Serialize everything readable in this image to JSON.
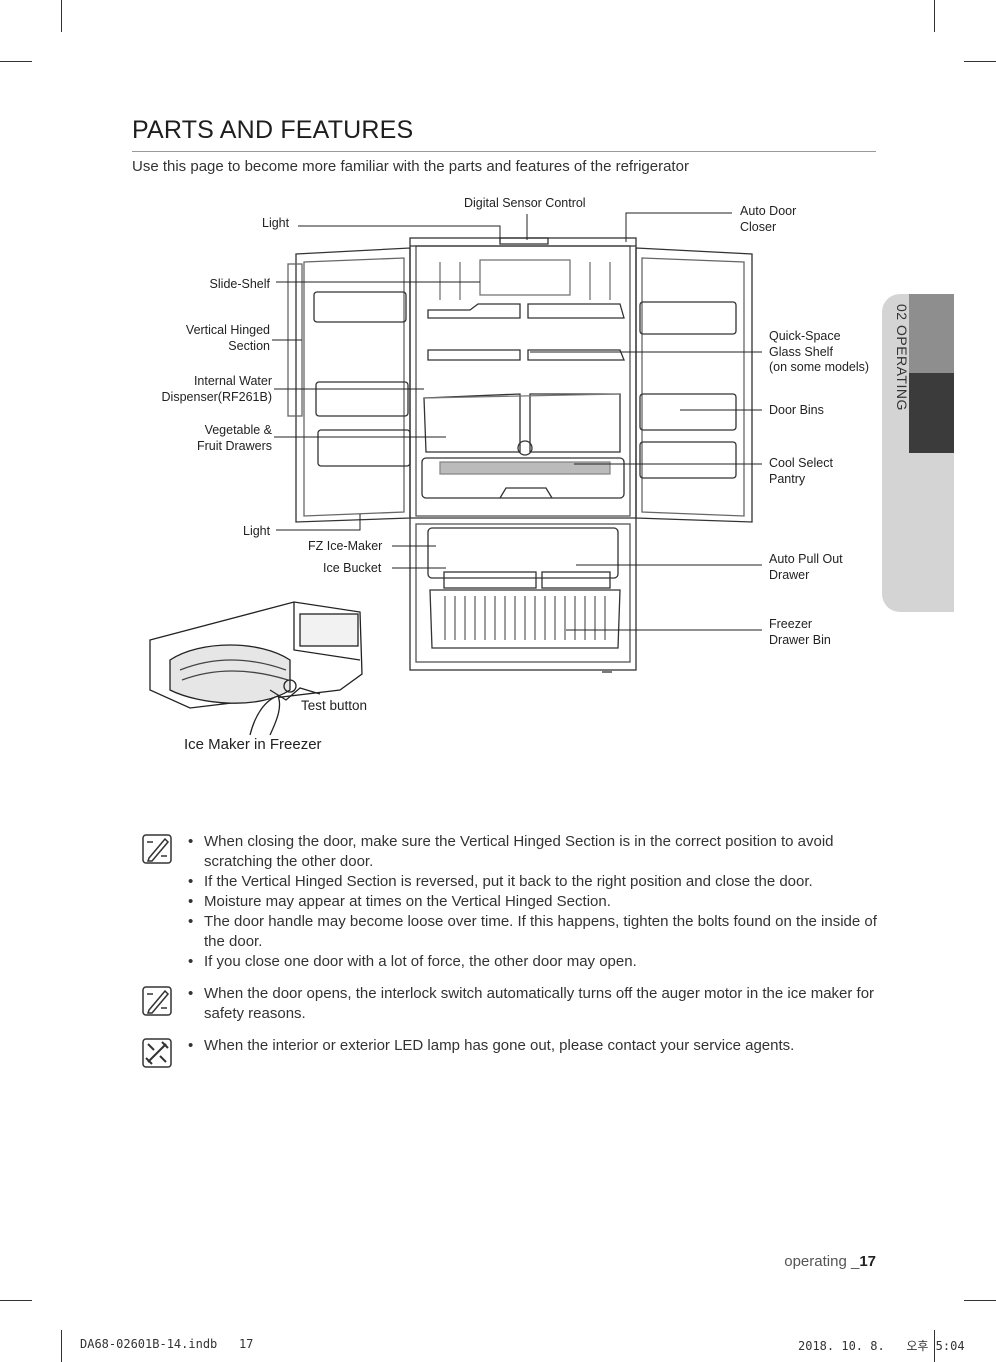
{
  "page": {
    "title": "PARTS AND FEATURES",
    "subtitle": "Use this page to become more familiar with the parts and features of the refrigerator"
  },
  "side_tab": {
    "label": "02  OPERATING"
  },
  "callouts": {
    "digital_sensor": "Digital Sensor Control",
    "light_top": "Light",
    "auto_door_closer": [
      "Auto Door",
      "Closer"
    ],
    "slide_shelf": "Slide-Shelf",
    "vertical_hinged": [
      "Vertical Hinged",
      "Section"
    ],
    "water_dispenser": [
      "Internal Water",
      "Dispenser(RF261B)"
    ],
    "veg_drawers": [
      "Vegetable &",
      "Fruit Drawers"
    ],
    "quick_space": [
      "Quick-Space",
      "Glass Shelf",
      "(on some models)"
    ],
    "door_bins": "Door Bins",
    "cool_select": [
      "Cool Select",
      "Pantry"
    ],
    "light_bottom": "Light",
    "fz_ice_maker": "FZ Ice-Maker",
    "ice_bucket": "Ice Bucket",
    "auto_pull_out": [
      "Auto Pull Out",
      "Drawer"
    ],
    "freezer_bin": [
      "Freezer",
      "Drawer Bin"
    ],
    "test_button": "Test button",
    "ice_maker_caption": "Ice Maker in Freezer"
  },
  "notes": [
    {
      "icon": "note-pencil-icon",
      "items": [
        "When closing the door, make sure the Vertical Hinged Section is in the correct position to avoid scratching the other door.",
        "If the Vertical Hinged Section is reversed, put it back to the right position and close the door.",
        "Moisture may appear at times on the Vertical Hinged Section.",
        "The door handle may become loose over time. If this happens, tighten the bolts found on the inside of the door.",
        "If you close one door with a lot of force, the other door may open."
      ]
    },
    {
      "icon": "note-pencil-icon",
      "items": [
        "When the door opens, the interlock switch automatically turns off the auger motor in the ice maker for safety reasons."
      ]
    },
    {
      "icon": "tools-icon",
      "items": [
        "When the interior or exterior LED lamp has gone out, please contact your service agents."
      ]
    }
  ],
  "footer": {
    "page_prefix": "operating _",
    "page_number": "17",
    "file": "DA68-02601B-14.indb   17",
    "date": "2018. 10. 8.   오후 5:04"
  }
}
